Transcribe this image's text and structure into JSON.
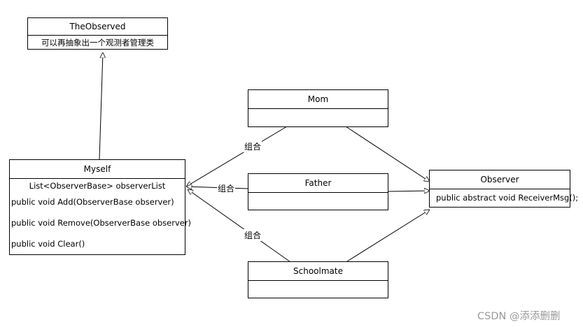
{
  "classes": {
    "the_observed": {
      "name": "TheObserved",
      "members": [
        "可以再抽象出一个观测者管理类"
      ]
    },
    "myself": {
      "name": "Myself",
      "field": "List<ObserverBase> observerList",
      "methods": [
        "public void Add(ObserverBase observer)",
        "public void Remove(ObserverBase observer)",
        "public void Clear()"
      ]
    },
    "mom": {
      "name": "Mom"
    },
    "father": {
      "name": "Father"
    },
    "schoolmate": {
      "name": "Schoolmate"
    },
    "observer": {
      "name": "Observer",
      "methods": [
        "public abstract void ReceiverMsg();"
      ]
    }
  },
  "edge_labels": [
    "组合",
    "组合",
    "组合"
  ],
  "watermark": "CSDN @添添删删"
}
